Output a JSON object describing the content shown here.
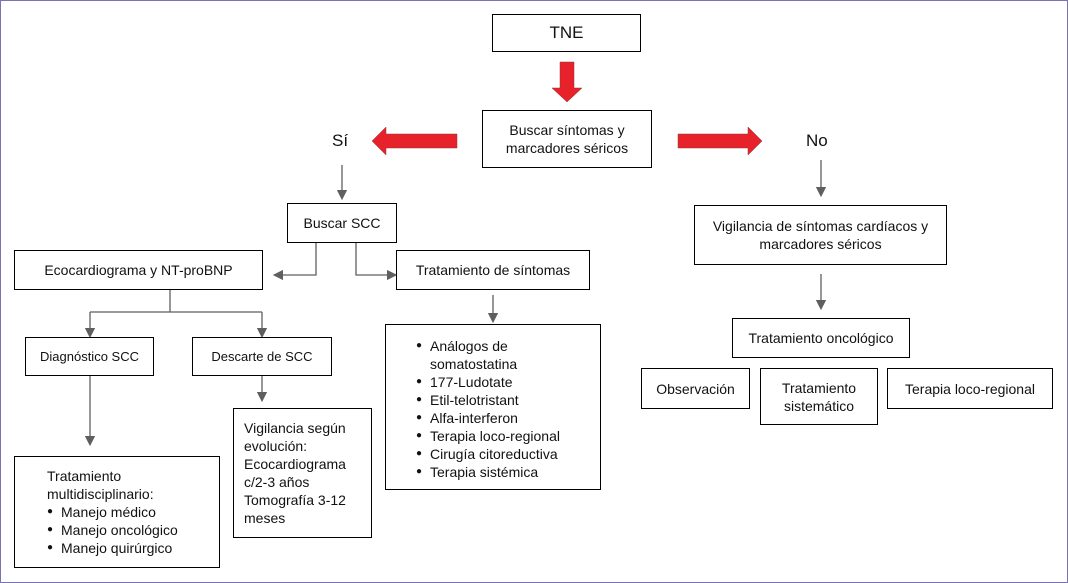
{
  "colors": {
    "accent_arrow": "#e8222a",
    "connector": "#5f5f5f",
    "frame": "#7b72b5"
  },
  "nodes": {
    "root": "TNE",
    "screen": "Buscar síntomas y marcadores séricos",
    "yes_label": "Sí",
    "no_label": "No",
    "search_scc": "Buscar SCC",
    "echo": "Ecocardiograma y NT-proBNP",
    "symptom_tx": "Tratamiento de síntomas",
    "symptom_tx_items": [
      "Análogos de somatostatina",
      "177-Ludotate",
      "Etil-telotristant",
      "Alfa-interferon",
      "Terapia loco-regional",
      "Cirugía citoreductiva",
      "Terapia sistémica"
    ],
    "dx_scc": "Diagnóstico SCC",
    "rule_out_scc": "Descarte de SCC",
    "multidisciplinary": {
      "title": "Tratamiento multidisciplinario:",
      "items": [
        "Manejo médico",
        "Manejo oncológico",
        "Manejo quirúrgico"
      ]
    },
    "surveillance_evolution": {
      "lines": [
        "Vigilancia según evolución:",
        "Ecocardiograma c/2-3 años",
        "Tomografía 3-12 meses"
      ]
    },
    "surveillance_cardiac": "Vigilancia de síntomas cardíacos y marcadores séricos",
    "onco_tx": "Tratamiento oncológico",
    "observation": "Observación",
    "systemic_tx": "Tratamiento sistemático",
    "locoregional": "Terapia loco-regional"
  }
}
